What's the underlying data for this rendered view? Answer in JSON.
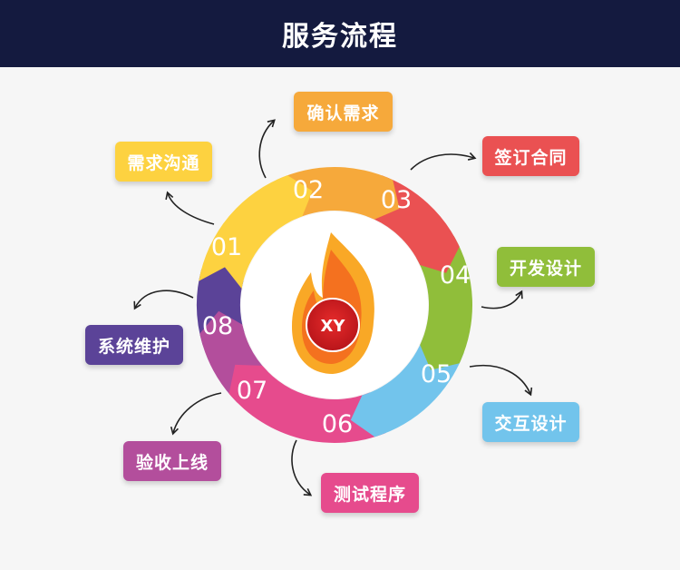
{
  "header": {
    "title": "服务流程"
  },
  "logo": {
    "text": "XY"
  },
  "steps": [
    {
      "num": "01",
      "label": "需求沟通",
      "color": "#fdd240"
    },
    {
      "num": "02",
      "label": "确认需求",
      "color": "#f6a93b"
    },
    {
      "num": "03",
      "label": "签订合同",
      "color": "#ea5152"
    },
    {
      "num": "04",
      "label": "开发设计",
      "color": "#90be3a"
    },
    {
      "num": "05",
      "label": "交互设计",
      "color": "#72c4ec"
    },
    {
      "num": "06",
      "label": "测试程序",
      "color": "#e64b8d"
    },
    {
      "num": "07",
      "label": "验收上线",
      "color": "#b34e9c"
    },
    {
      "num": "08",
      "label": "系统维护",
      "color": "#5b4398"
    }
  ]
}
